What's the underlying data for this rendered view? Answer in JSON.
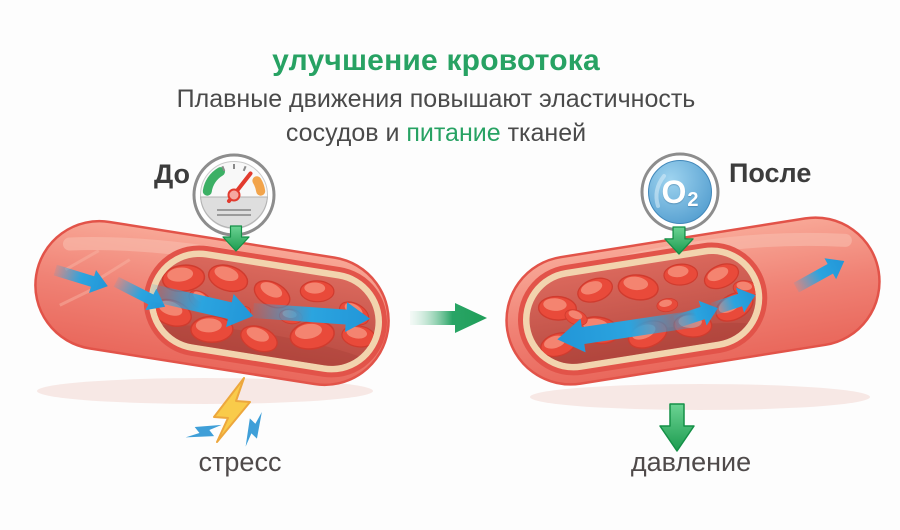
{
  "title": "улучшение кровотока",
  "subtitle": {
    "line1": "Плавные движения повышают эластичность",
    "line2_pre": "сосудов и ",
    "line2_highlight": "питание",
    "line2_post": " тканей"
  },
  "before": {
    "label": "До",
    "cause_label": "стресс"
  },
  "after": {
    "label": "После",
    "effect_label": "давление",
    "o2_main": "O",
    "o2_sub": "2"
  },
  "colors": {
    "accent_green": "#27a263",
    "arrow_green": "#1e9b50",
    "flow_blue": "#2ba4df",
    "vessel_salmon": "#f28374",
    "vessel_wall_red": "#e25349",
    "vessel_rim_cream": "#f2d4ae",
    "blood_cell_red": "#e94a3a",
    "lightning_yellow": "#f9cb4a",
    "oxygen_blue": "#5ba5d6",
    "gauge_orange": "#f2a44b",
    "text_dark": "#4a4a4a"
  }
}
